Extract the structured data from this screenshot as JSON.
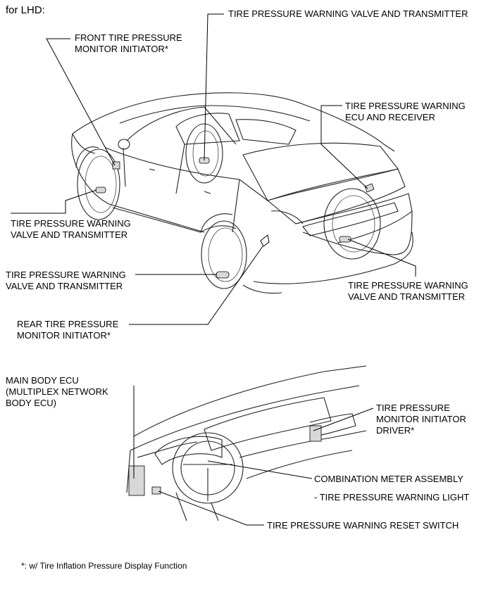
{
  "header": "for LHD:",
  "labels": {
    "front_initiator": "FRONT TIRE PRESSURE\nMONITOR INITIATOR*",
    "valve_top": "TIRE PRESSURE WARNING VALVE AND TRANSMITTER",
    "ecu_receiver": "TIRE PRESSURE WARNING\nECU AND RECEIVER",
    "valve_front_left": "TIRE PRESSURE WARNING\nVALVE AND TRANSMITTER",
    "valve_rear_left": "TIRE PRESSURE WARNING\nVALVE AND TRANSMITTER",
    "valve_rear_right": "TIRE PRESSURE WARNING\nVALVE AND TRANSMITTER",
    "rear_initiator": "REAR TIRE PRESSURE\nMONITOR INITIATOR*",
    "main_body_ecu": "MAIN BODY ECU\n(MULTIPLEX NETWORK\nBODY ECU)",
    "initiator_driver": "TIRE PRESSURE\nMONITOR INITIATOR\nDRIVER*",
    "combination_meter": "COMBINATION METER ASSEMBLY",
    "warning_light": "- TIRE PRESSURE WARNING LIGHT",
    "reset_switch": "TIRE PRESSURE WARNING RESET SWITCH"
  },
  "footnote": "*: w/ Tire Inflation Pressure Display Function"
}
